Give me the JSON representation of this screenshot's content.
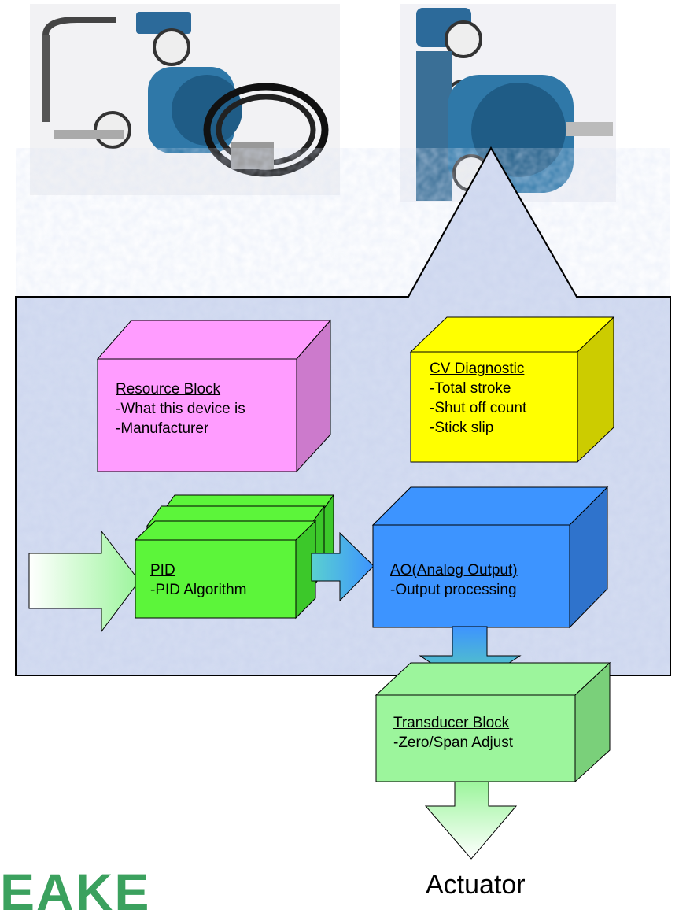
{
  "photos": [
    {
      "name": "device-photo-remote-mount"
    },
    {
      "name": "device-photo-integral"
    }
  ],
  "blocks": {
    "resource": {
      "title": "Resource Block",
      "lines": [
        "-What this device is",
        "-Manufacturer"
      ],
      "color": "#ff9cff"
    },
    "cv": {
      "title": "CV Diagnostic",
      "lines": [
        "-Total stroke",
        "-Shut off count",
        "-Stick slip"
      ],
      "color": "#ffff00"
    },
    "pid": {
      "title": "PID",
      "lines": [
        "-PID Algorithm"
      ],
      "color": "#5cf53a"
    },
    "ao": {
      "title": "AO(Analog Output)",
      "lines": [
        "-Output processing"
      ],
      "color": "#3d94ff"
    },
    "transducer": {
      "title": "Transducer Block",
      "lines": [
        "-Zero/Span Adjust"
      ],
      "color": "#9cf59c"
    }
  },
  "actuator_label": "Actuator",
  "logo_text": "EAKE"
}
